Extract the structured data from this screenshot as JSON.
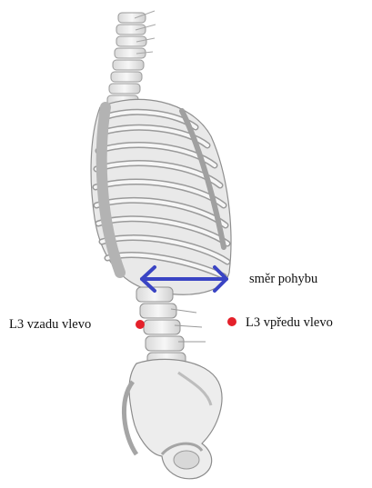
{
  "labels": {
    "movement_direction": "směr pohybu",
    "l3_back_left": "L3 vzadu vlevo",
    "l3_front_left": "L3 vpředu vlevo"
  },
  "colors": {
    "arrow": "#3a44c4",
    "marker": "#e4202a",
    "bone_fill": "#f4f4f4",
    "bone_stroke": "#9a9a9a",
    "text": "#111111"
  },
  "icons": {
    "arrow": "double-headed-arrow-icon",
    "marker": "red-dot-marker-icon",
    "anatomy": "skeleton-trunk-side-view"
  }
}
